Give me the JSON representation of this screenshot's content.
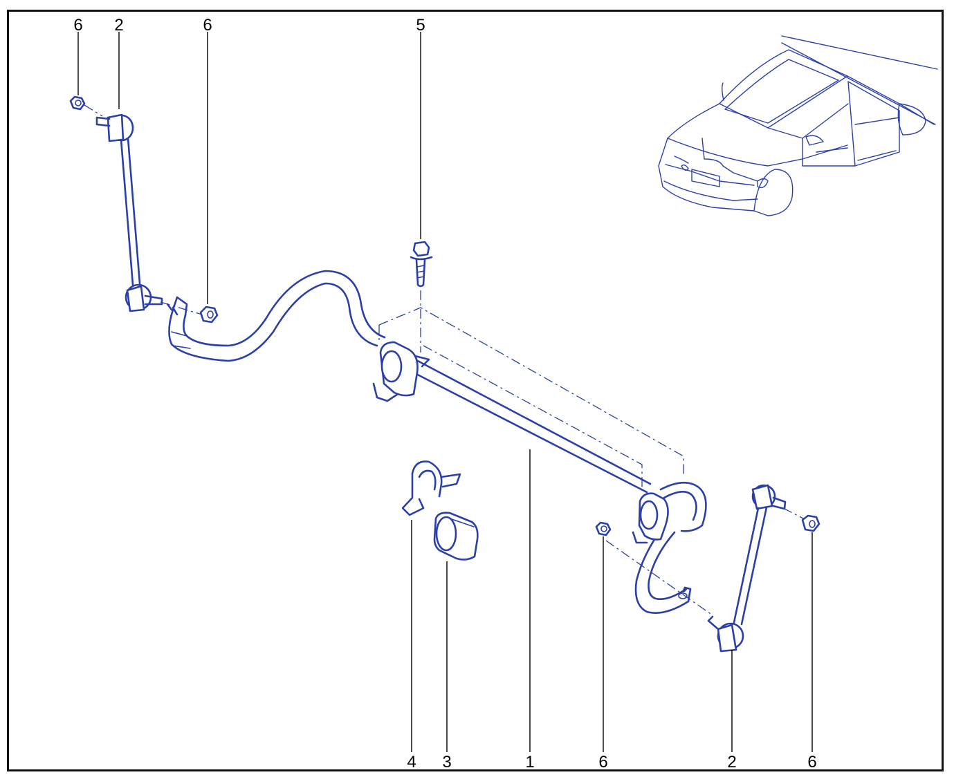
{
  "colors": {
    "line": "#2a3fa8",
    "frame": "#111111",
    "label": "#000000"
  },
  "callouts": {
    "top_left_nut": "6",
    "top_left_link": "2",
    "top_mid_nut": "6",
    "bolt": "5",
    "clamp": "4",
    "bush": "3",
    "bar": "1",
    "bottom_nut": "6",
    "bottom_link": "2",
    "bottom_right_nut": "6"
  }
}
